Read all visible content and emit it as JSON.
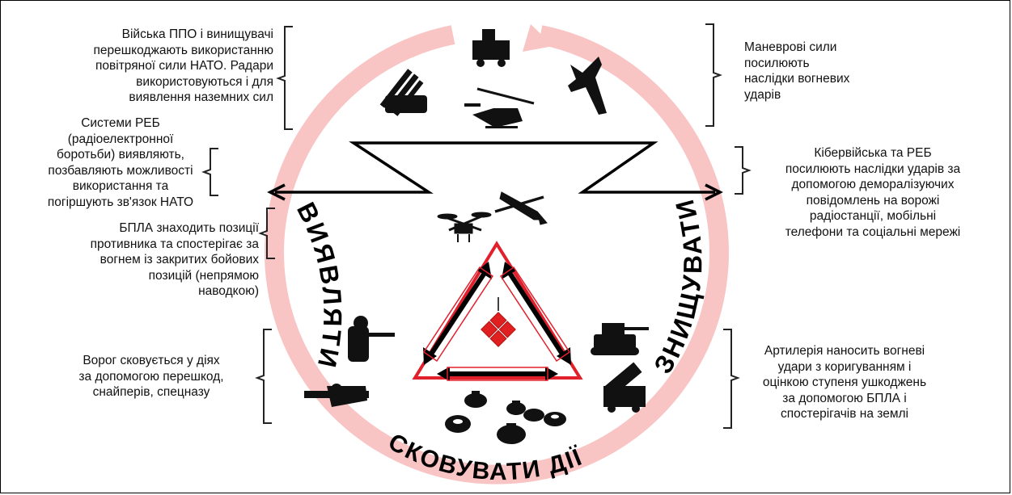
{
  "colors": {
    "ring": "#f9c4c4",
    "triangle": "#e2202c",
    "ink": "#000000",
    "target": "#e02020"
  },
  "annotations": {
    "top_left": "Війська ППО і винищувачі\nперешкоджають використанню\nповітряної сили НАТО. Радари\nвикористовуються і для\nвиявлення наземних сил",
    "top_right": "Маневрові сили\nпосилюють\nнаслідки вогневих\nударів",
    "ew_left": "Системи РЕБ\n(радіоелектронної\nборотьби) виявляють,\nпозбавляють можливості\nвикористання та\nпогіршують зв'язок НАТО",
    "cyber_right": "Кібервійська та РЕБ\nпосилюють наслідки ударів за\nдопомогою деморалізуючих\nповідомлень на ворожі\nрадіостанції, мобільні\nтелефони та соціальні мережі",
    "uav_left": "БПЛА знаходить позиції\nпротивника та спостерігає за\nвогнем із закритих бойових\nпозицій (непрямою\nнаводкою)",
    "fix_left": "Ворог сковується у діях\nза допомогою перешкод,\nснайперів, спецназу",
    "artillery_right": "Артилерія наносить вогневі\nудари з коригуванням і\nоцінкою ступеня ушкоджень\nза допомогою БПЛА і\nспостерігачів на землі"
  },
  "cycle": {
    "detect": "ВИЯВЛЯТИ",
    "destroy": "ЗНИЩУВАТИ",
    "fix": "СКОВУВАТИ ДІЇ"
  },
  "icons": [
    "anti-aircraft-missile-icon",
    "radar-truck-icon",
    "fighter-jet-icon",
    "attack-helicopter-icon",
    "quadcopter-drone-icon",
    "reconnaissance-drone-icon",
    "target-icon",
    "sniper-icon",
    "soldier-icon",
    "tank-icon",
    "rocket-launcher-icon",
    "landmine-icon"
  ]
}
